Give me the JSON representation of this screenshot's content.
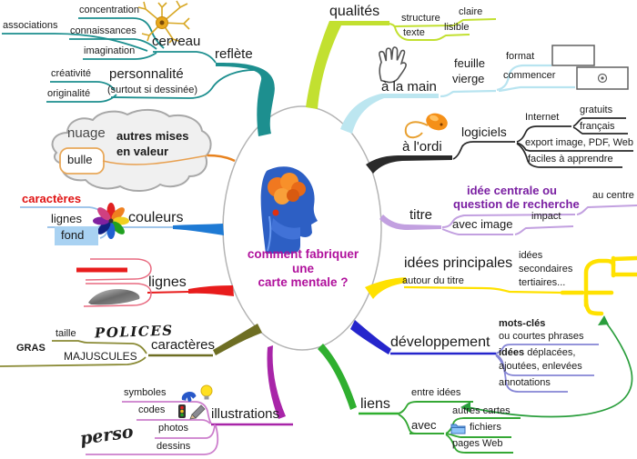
{
  "center": {
    "title_line1": "comment fabriquer",
    "title_line2": "une",
    "title_line3": "carte mentale ?"
  },
  "branches": {
    "reflete": {
      "label": "reflète"
    },
    "cerveau": {
      "label": "cerveau",
      "associations": "associations",
      "concentration": "concentration",
      "connaissances": "connaissances",
      "imagination": "imagination"
    },
    "personnalite": {
      "label": "personnalité",
      "note": "(surtout si dessinée)",
      "creativite": "créativité",
      "originalite": "originalité"
    },
    "autres_mises": {
      "line1": "autres mises",
      "line2": "en valeur",
      "nuage": "nuage",
      "bulle": "bulle"
    },
    "couleurs": {
      "label": "couleurs",
      "caracteres": "caractères",
      "lignes": "lignes",
      "fond": "fond"
    },
    "lignes": {
      "label": "lignes"
    },
    "caracteres": {
      "label": "caractères",
      "taille": "taille",
      "polices": "POLICES",
      "gras": "GRAS",
      "majuscules": "MAJUSCULES"
    },
    "illustrations": {
      "label": "illustrations",
      "symboles": "symboles",
      "codes": "codes",
      "photos": "photos",
      "dessins": "dessins",
      "perso": "perso"
    },
    "qualites": {
      "label": "qualités",
      "structure": "structure",
      "claire": "claire",
      "texte": "texte",
      "lisible": "lisible"
    },
    "a_la_main": {
      "label": "à la main",
      "feuille": "feuille",
      "vierge": "vierge",
      "format": "format",
      "commencer": "commencer"
    },
    "a_l_ordi": {
      "label": "à l'ordi",
      "logiciels": "logiciels",
      "internet": "Internet",
      "gratuits": "gratuits",
      "francais": "français",
      "export": "export image, PDF, Web",
      "faciles": "faciles à apprendre"
    },
    "titre": {
      "label": "titre",
      "heading_line1": "idée centrale ou",
      "heading_line2": "question de recherche",
      "au_centre": "au centre",
      "avec_image": "avec image",
      "impact": "impact"
    },
    "idees_principales": {
      "label": "idées principales",
      "autour": "autour du titre",
      "sec1": "idées",
      "sec2": "secondaires",
      "sec3": "tertiaires..."
    },
    "developpement": {
      "label": "développement",
      "mots_cles": "mots-clés",
      "ou_courtes": "ou courtes phrases",
      "idees": "idées",
      "deplacees": " déplacées,",
      "ajoutees": "ajoutées, enlevées",
      "annotations": "annotations"
    },
    "liens": {
      "label": "liens",
      "entre_idees": "entre idées",
      "avec": "avec",
      "autres_cartes": "autres cartes",
      "fichiers": "fichiers",
      "pages_web": "pages Web"
    }
  },
  "icons": {
    "neuron": "neuron-icon",
    "hand": "hand-icon",
    "mouse": "computer-mouse-icon",
    "pinwheel": "color-pinwheel-icon",
    "phone": "phone-icon",
    "bulb": "lightbulb-icon",
    "traffic_light": "traffic-light-icon",
    "pencil": "pencil-icon",
    "folder": "folder-icon",
    "format_rect": "page-format-icon",
    "start_center": "start-at-center-icon",
    "brain_head": "brain-head-image",
    "cloud": "cloud-shape",
    "bubble": "bubble-shape"
  },
  "colors": {
    "teal": "#1d8f8f",
    "chartreuse": "#c2e030",
    "pale_cyan": "#b8e4f0",
    "black_branch": "#2a2a2a",
    "lilac": "#c2a0e0",
    "purple_text": "#7a1fa2",
    "yellow": "#ffe100",
    "blue_branch": "#2525cc",
    "periwinkle": "#8585d5",
    "green": "#2faf2f",
    "arrow_green": "#2a9e3c",
    "magenta": "#a825a8",
    "orchid": "#cc7ecc",
    "olive": "#6e6e23",
    "red": "#e81c1c",
    "couleurs_blue": "#1e7ad4",
    "orange": "#e8821e",
    "title_magenta": "#b0119c",
    "fond_bg": "#a9d2f2"
  }
}
